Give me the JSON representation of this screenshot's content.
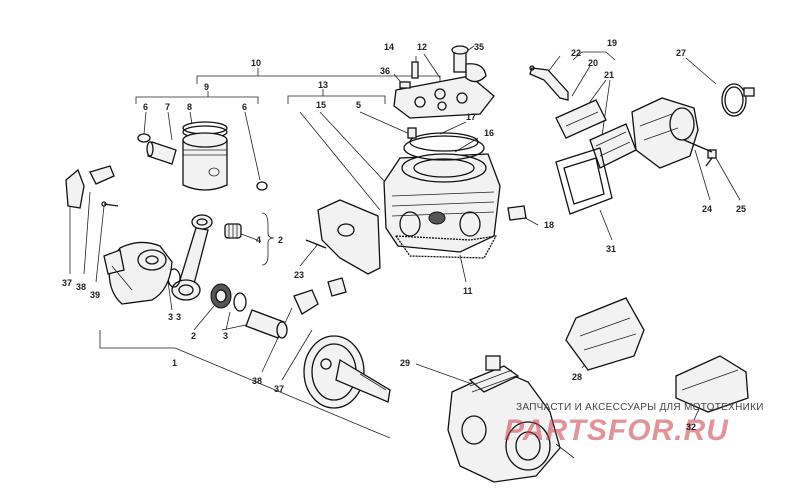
{
  "parts": {
    "p1": "1",
    "p2a": "2",
    "p2b": "2",
    "p3a": "3",
    "p3b": "3",
    "p3c": "3",
    "p4": "4",
    "p5": "5",
    "p6a": "6",
    "p6b": "6",
    "p7": "7",
    "p8": "8",
    "p9": "9",
    "p10": "10",
    "p11": "11",
    "p12": "12",
    "p13": "13",
    "p14": "14",
    "p15": "15",
    "p16": "16",
    "p17": "17",
    "p18": "18",
    "p19": "19",
    "p20": "20",
    "p21": "21",
    "p22": "22",
    "p23": "23",
    "p24": "24",
    "p25": "25",
    "p27": "27",
    "p28": "28",
    "p29": "29",
    "p31": "31",
    "p32": "32",
    "p35": "35",
    "p36": "36",
    "p37a": "37",
    "p37b": "37",
    "p38a": "38",
    "p38b": "38",
    "p39": "39"
  },
  "watermark": {
    "text": "ЗАПЧАСТИ И АКСЕССУАРЫ ДЛЯ МОТОТЕХНИКИ",
    "logo": "PARTSFOR.RU",
    "color": "#c83c46"
  }
}
